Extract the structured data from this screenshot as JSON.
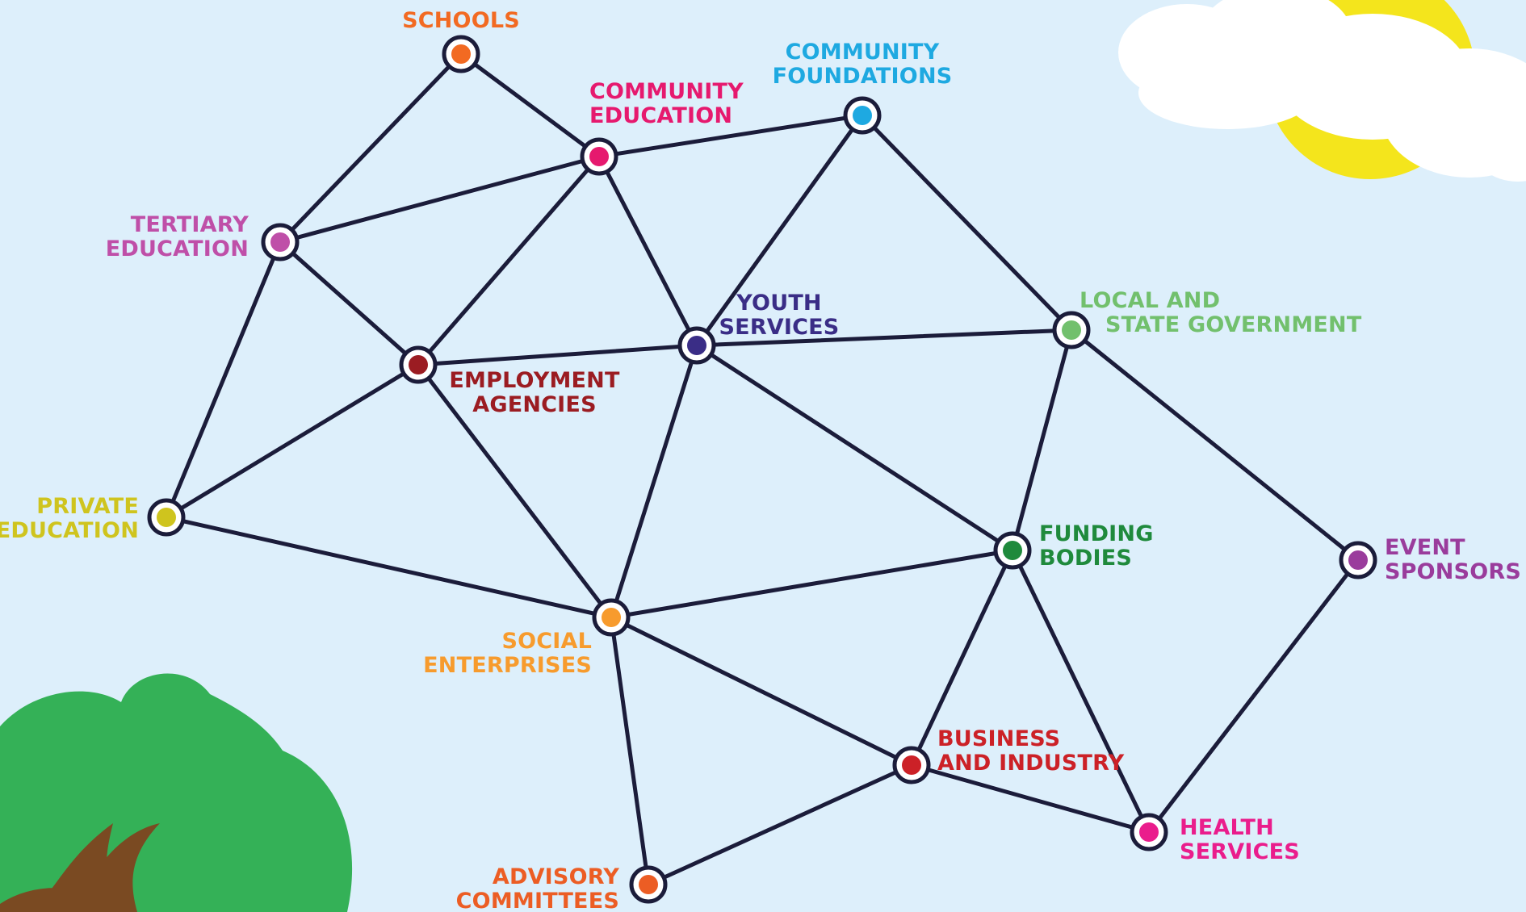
{
  "diagram": {
    "nodes": [
      {
        "id": "schools",
        "lines": [
          "SCHOOLS"
        ],
        "color": "#f26a22"
      },
      {
        "id": "community-education",
        "lines": [
          "COMMUNITY",
          "EDUCATION"
        ],
        "color": "#e6196e"
      },
      {
        "id": "community-foundations",
        "lines": [
          "COMMUNITY",
          "FOUNDATIONS"
        ],
        "color": "#1ea9e1"
      },
      {
        "id": "tertiary-education",
        "lines": [
          "TERTIARY",
          "EDUCATION"
        ],
        "color": "#bf4fa8"
      },
      {
        "id": "employment-agencies",
        "lines": [
          "EMPLOYMENT",
          "AGENCIES"
        ],
        "color": "#9b1c22"
      },
      {
        "id": "youth-services",
        "lines": [
          "YOUTH",
          "SERVICES"
        ],
        "color": "#3a2d86"
      },
      {
        "id": "local-state-government",
        "lines": [
          "LOCAL AND",
          "STATE GOVERNMENT"
        ],
        "color": "#72c06d"
      },
      {
        "id": "private-education",
        "lines": [
          "PRIVATE",
          "EDUCATION"
        ],
        "color": "#cfc41e"
      },
      {
        "id": "funding-bodies",
        "lines": [
          "FUNDING",
          "BODIES"
        ],
        "color": "#1f8a3c"
      },
      {
        "id": "event-sponsors",
        "lines": [
          "EVENT",
          "SPONSORS"
        ],
        "color": "#9a3c9c"
      },
      {
        "id": "social-enterprises",
        "lines": [
          "SOCIAL",
          "ENTERPRISES"
        ],
        "color": "#f79b2d"
      },
      {
        "id": "business-industry",
        "lines": [
          "BUSINESS",
          "AND INDUSTRY"
        ],
        "color": "#cc2127"
      },
      {
        "id": "health-services",
        "lines": [
          "HEALTH",
          "SERVICES"
        ],
        "color": "#ea1d8c"
      },
      {
        "id": "advisory-committees",
        "lines": [
          "ADVISORY",
          "COMMITTEES"
        ],
        "color": "#ec5d24"
      }
    ],
    "edges": [
      [
        "schools",
        "tertiary-education"
      ],
      [
        "schools",
        "community-education"
      ],
      [
        "community-education",
        "community-foundations"
      ],
      [
        "community-education",
        "tertiary-education"
      ],
      [
        "community-education",
        "employment-agencies"
      ],
      [
        "community-education",
        "youth-services"
      ],
      [
        "community-foundations",
        "youth-services"
      ],
      [
        "community-foundations",
        "local-state-government"
      ],
      [
        "tertiary-education",
        "employment-agencies"
      ],
      [
        "tertiary-education",
        "private-education"
      ],
      [
        "employment-agencies",
        "youth-services"
      ],
      [
        "employment-agencies",
        "private-education"
      ],
      [
        "employment-agencies",
        "social-enterprises"
      ],
      [
        "youth-services",
        "local-state-government"
      ],
      [
        "youth-services",
        "social-enterprises"
      ],
      [
        "youth-services",
        "funding-bodies"
      ],
      [
        "local-state-government",
        "funding-bodies"
      ],
      [
        "local-state-government",
        "event-sponsors"
      ],
      [
        "private-education",
        "social-enterprises"
      ],
      [
        "social-enterprises",
        "funding-bodies"
      ],
      [
        "social-enterprises",
        "business-industry"
      ],
      [
        "social-enterprises",
        "advisory-committees"
      ],
      [
        "funding-bodies",
        "business-industry"
      ],
      [
        "funding-bodies",
        "health-services"
      ],
      [
        "event-sponsors",
        "health-services"
      ],
      [
        "business-industry",
        "health-services"
      ],
      [
        "business-industry",
        "advisory-committees"
      ]
    ],
    "line_color": "#1b1c3a",
    "background_color": "#ddeffb",
    "decorations": {
      "sun_color": "#f4e51c",
      "cloud_color": "#ffffff",
      "tree_color": "#34b157",
      "trunk_color": "#7a4a22"
    }
  }
}
